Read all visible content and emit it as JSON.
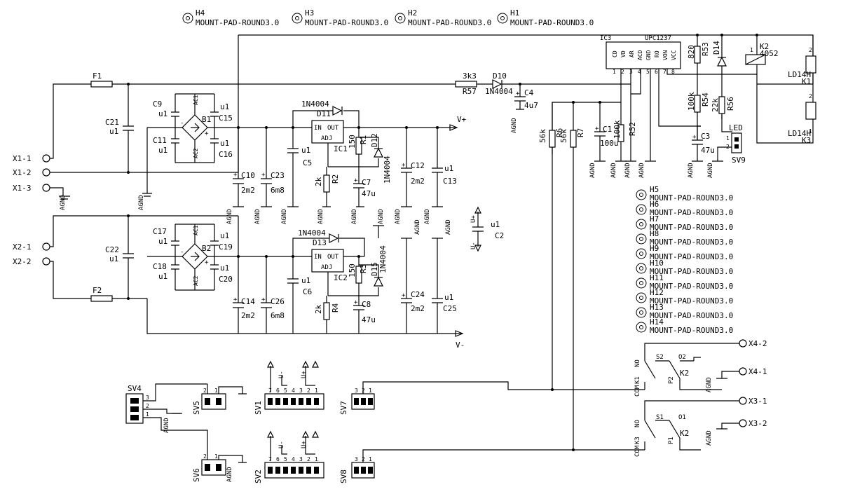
{
  "mount_pads": {
    "h4": {
      "ref": "H4",
      "value": "MOUNT-PAD-ROUND3.0"
    },
    "h3": {
      "ref": "H3",
      "value": "MOUNT-PAD-ROUND3.0"
    },
    "h2": {
      "ref": "H2",
      "value": "MOUNT-PAD-ROUND3.0"
    },
    "h1": {
      "ref": "H1",
      "value": "MOUNT-PAD-ROUND3.0"
    },
    "stack": [
      {
        "ref": "H5",
        "value": "MOUNT-PAD-ROUND3.0"
      },
      {
        "ref": "H6",
        "value": "MOUNT-PAD-ROUND3.0"
      },
      {
        "ref": "H7",
        "value": "MOUNT-PAD-ROUND3.0"
      },
      {
        "ref": "H8",
        "value": "MOUNT-PAD-ROUND3.0"
      },
      {
        "ref": "H9",
        "value": "MOUNT-PAD-ROUND3.0"
      },
      {
        "ref": "H10",
        "value": "MOUNT-PAD-ROUND3.0"
      },
      {
        "ref": "H11",
        "value": "MOUNT-PAD-ROUND3.0"
      },
      {
        "ref": "H12",
        "value": "MOUNT-PAD-ROUND3.0"
      },
      {
        "ref": "H13",
        "value": "MOUNT-PAD-ROUND3.0"
      },
      {
        "ref": "H14",
        "value": "MOUNT-PAD-ROUND3.0"
      }
    ]
  },
  "connectors": {
    "x1_1": "X1-1",
    "x1_2": "X1-2",
    "x1_3": "X1-3",
    "x2_1": "X2-1",
    "x2_2": "X2-2",
    "x4_2": "X4-2",
    "x4_1": "X4-1",
    "x3_1": "X3-1",
    "x3_2": "X3-2"
  },
  "fuses": {
    "f1": "F1",
    "f2": "F2"
  },
  "caps": {
    "c21": {
      "ref": "C21",
      "value": "u1"
    },
    "c22": {
      "ref": "C22",
      "value": "u1"
    },
    "c9": {
      "ref": "C9",
      "value": "u1"
    },
    "c11": {
      "ref": "C11",
      "value": "u1"
    },
    "c15": {
      "ref": "C15",
      "value": "u1"
    },
    "c16": {
      "ref": "C16",
      "value": "u1"
    },
    "c17": {
      "ref": "C17",
      "value": "u1"
    },
    "c18": {
      "ref": "C18",
      "value": "u1"
    },
    "c19": {
      "ref": "C19",
      "value": "u1"
    },
    "c20": {
      "ref": "C20",
      "value": "u1"
    },
    "c10": {
      "ref": "C10",
      "value": "2m2"
    },
    "c23": {
      "ref": "C23",
      "value": "6m8"
    },
    "c14": {
      "ref": "C14",
      "value": "2m2"
    },
    "c26": {
      "ref": "C26",
      "value": "6m8"
    },
    "c5": {
      "ref": "C5",
      "value": "u1"
    },
    "c6": {
      "ref": "C6",
      "value": "u1"
    },
    "c7": {
      "ref": "C7",
      "value": "47u"
    },
    "c8": {
      "ref": "C8",
      "value": "47u"
    },
    "c12": {
      "ref": "C12",
      "value": "2m2"
    },
    "c13": {
      "ref": "C13",
      "value": "u1"
    },
    "c24": {
      "ref": "C24",
      "value": "2m2"
    },
    "c25": {
      "ref": "C25",
      "value": "u1"
    },
    "c2": {
      "ref": "C2",
      "value": "u1"
    },
    "c4": {
      "ref": "C4",
      "value": "4u7"
    },
    "c1": {
      "ref": "C1",
      "value": "100u"
    },
    "c3": {
      "ref": "C3",
      "value": "47u"
    }
  },
  "bridges": {
    "b1": "B1",
    "b2": "B2",
    "ac1": "AC1",
    "ac2": "AC2"
  },
  "diodes": {
    "d11": {
      "ref": "D11",
      "value": "1N4004"
    },
    "d13": {
      "ref": "D13",
      "value": "1N4004"
    },
    "d12": {
      "ref": "D12",
      "value": "1N4004"
    },
    "d15": {
      "ref": "D15",
      "value": "1N4004"
    },
    "d10": {
      "ref": "D10",
      "value": "1N4004"
    },
    "d14": {
      "ref": "D14"
    }
  },
  "regulators": {
    "ic1": {
      "ref": "IC1",
      "in": "IN",
      "out": "OUT",
      "adj": "ADJ"
    },
    "ic2": {
      "ref": "IC2",
      "in": "IN",
      "out": "OUT",
      "adj": "ADJ"
    }
  },
  "resistors": {
    "r1": {
      "ref": "R1",
      "value": "150"
    },
    "r2": {
      "ref": "R2",
      "value": "2k"
    },
    "r3": {
      "ref": "R3",
      "value": "150"
    },
    "r4": {
      "ref": "R4",
      "value": "2k"
    },
    "r57": {
      "ref": "R57",
      "value": "3k3"
    },
    "r6": {
      "ref": "R6",
      "value": "56k"
    },
    "r7": {
      "ref": "R7",
      "value": "56k"
    },
    "r52": {
      "ref": "R52",
      "value": "100k"
    },
    "r53": {
      "ref": "R53",
      "value": "820"
    },
    "r54": {
      "ref": "R54",
      "value": "100k"
    },
    "r56": {
      "ref": "R56",
      "value": "22k"
    }
  },
  "ic3": {
    "ref": "IC3",
    "part": "UPC1237",
    "pins": [
      "CD",
      "VD",
      "AR",
      "ACD",
      "GND",
      "RO",
      "VON",
      "VCC"
    ],
    "pin_numbers": [
      "1",
      "2",
      "3",
      "4",
      "5",
      "6",
      "7",
      "8"
    ]
  },
  "relays": {
    "k2": {
      "ref": "K2",
      "value": "4052"
    },
    "k1": "K1",
    "k3": "K3",
    "ld1": "LD14H",
    "ld2": "LD14H",
    "pin1": "1",
    "pin2": "2"
  },
  "rails": {
    "vplus": "V+",
    "vminus": "V-",
    "uplus": "U+",
    "uminus": "U-"
  },
  "agnd": "AGND",
  "contacts": {
    "top": {
      "com": "COM",
      "no": "NO",
      "k": "K1",
      "s": "S2",
      "o": "O2",
      "p": "P2",
      "k2": "K2"
    },
    "bottom": {
      "com": "COM",
      "no": "NO",
      "k": "K3",
      "s": "S1",
      "o": "O1",
      "p": "P1",
      "k2": "K2"
    }
  },
  "headers": {
    "sv4": {
      "ref": "SV4",
      "pins": [
        "3",
        "2",
        "1"
      ]
    },
    "sv5": {
      "ref": "SV5",
      "pins": [
        "2",
        "1"
      ]
    },
    "sv6": {
      "ref": "SV6",
      "pins": [
        "2",
        "1"
      ]
    },
    "sv1": {
      "ref": "SV1",
      "pins": [
        "7",
        "6",
        "5",
        "4",
        "3",
        "2",
        "1"
      ]
    },
    "sv2": {
      "ref": "SV2",
      "pins": [
        "7",
        "6",
        "5",
        "4",
        "3",
        "2",
        "1"
      ]
    },
    "sv7": {
      "ref": "SV7",
      "pins": [
        "3",
        "2",
        "1"
      ]
    },
    "sv8": {
      "ref": "SV8",
      "pins": [
        "3",
        "2",
        "1"
      ]
    },
    "sv9": {
      "ref": "SV9",
      "label": "LED",
      "pins": [
        "1",
        "2"
      ]
    }
  }
}
